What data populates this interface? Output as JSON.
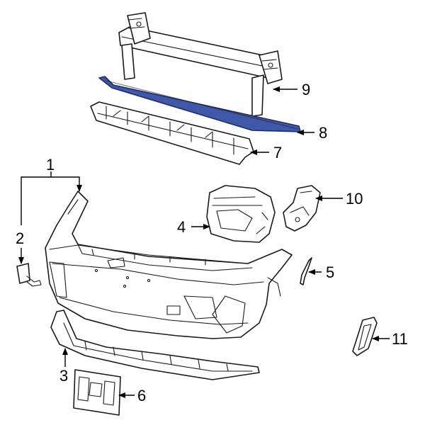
{
  "callouts": {
    "c1": "1",
    "c2": "2",
    "c3": "3",
    "c4": "4",
    "c5": "5",
    "c6": "6",
    "c7": "7",
    "c8": "8",
    "c9": "9",
    "c10": "10",
    "c11": "11"
  },
  "colors": {
    "highlight_fill": "#3f58a8",
    "highlight_stroke": "#1c2d6e",
    "line": "#1a1a1a"
  }
}
